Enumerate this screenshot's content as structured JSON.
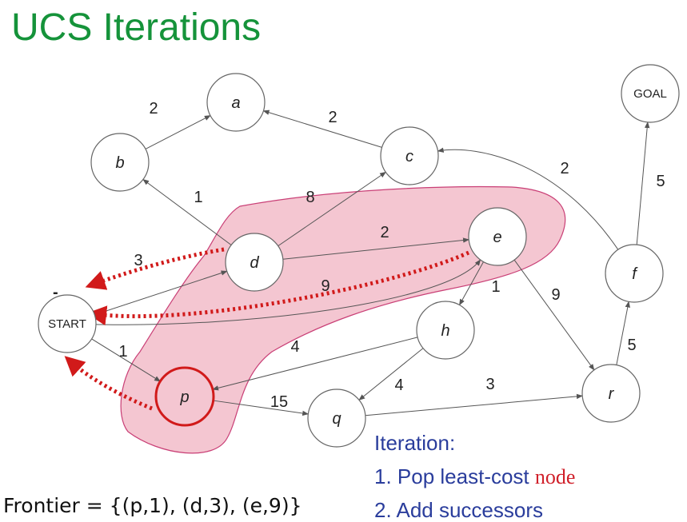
{
  "title": "UCS Iterations",
  "colors": {
    "title": "#15933a",
    "highlight_fill": "#f4c3cf",
    "highlight_stroke": "#c7356f",
    "frontier_node_stroke": "#d11a1a",
    "backpointer": "#d11a1a",
    "iteration_text": "#2a3d9c",
    "node_word": "#d0202a"
  },
  "nodes": [
    {
      "id": "a",
      "label": "a"
    },
    {
      "id": "b",
      "label": "b"
    },
    {
      "id": "c",
      "label": "c"
    },
    {
      "id": "d",
      "label": "d"
    },
    {
      "id": "e",
      "label": "e"
    },
    {
      "id": "f",
      "label": "f"
    },
    {
      "id": "goal",
      "label": "GOAL"
    },
    {
      "id": "start",
      "label": "START"
    },
    {
      "id": "h",
      "label": "h"
    },
    {
      "id": "p",
      "label": "p",
      "highlighted": true
    },
    {
      "id": "q",
      "label": "q"
    },
    {
      "id": "r",
      "label": "r"
    }
  ],
  "edges": [
    {
      "from": "b",
      "to": "a",
      "cost": "2"
    },
    {
      "from": "c",
      "to": "a",
      "cost": "2"
    },
    {
      "from": "d",
      "to": "b",
      "cost": "1"
    },
    {
      "from": "d",
      "to": "c",
      "cost": "8"
    },
    {
      "from": "d",
      "to": "e",
      "cost": "2"
    },
    {
      "from": "start",
      "to": "d",
      "cost": "3"
    },
    {
      "from": "start",
      "to": "e",
      "cost": "9"
    },
    {
      "from": "start",
      "to": "p",
      "cost": "1"
    },
    {
      "from": "e",
      "to": "h",
      "cost": "1"
    },
    {
      "from": "e",
      "to": "r",
      "cost": "9"
    },
    {
      "from": "h",
      "to": "p",
      "cost": "4"
    },
    {
      "from": "h",
      "to": "q",
      "cost": "4"
    },
    {
      "from": "p",
      "to": "q",
      "cost": "15"
    },
    {
      "from": "q",
      "to": "r",
      "cost": "3"
    },
    {
      "from": "r",
      "to": "f",
      "cost": "5"
    },
    {
      "from": "f",
      "to": "goal",
      "cost": "5"
    },
    {
      "from": "f",
      "to": "c",
      "cost": "2"
    }
  ],
  "backpointers": [
    {
      "from": "d",
      "to": "start"
    },
    {
      "from": "e",
      "to": "start"
    },
    {
      "from": "p",
      "to": "start"
    }
  ],
  "frontier_text": "Frontier = {(p,1), (d,3), (e,9)}",
  "iteration": {
    "heading": "Iteration:",
    "step1_prefix": "1. Pop least-cost ",
    "step1_word": "node",
    "step2": "2. Add successors"
  },
  "start_mark": "-"
}
